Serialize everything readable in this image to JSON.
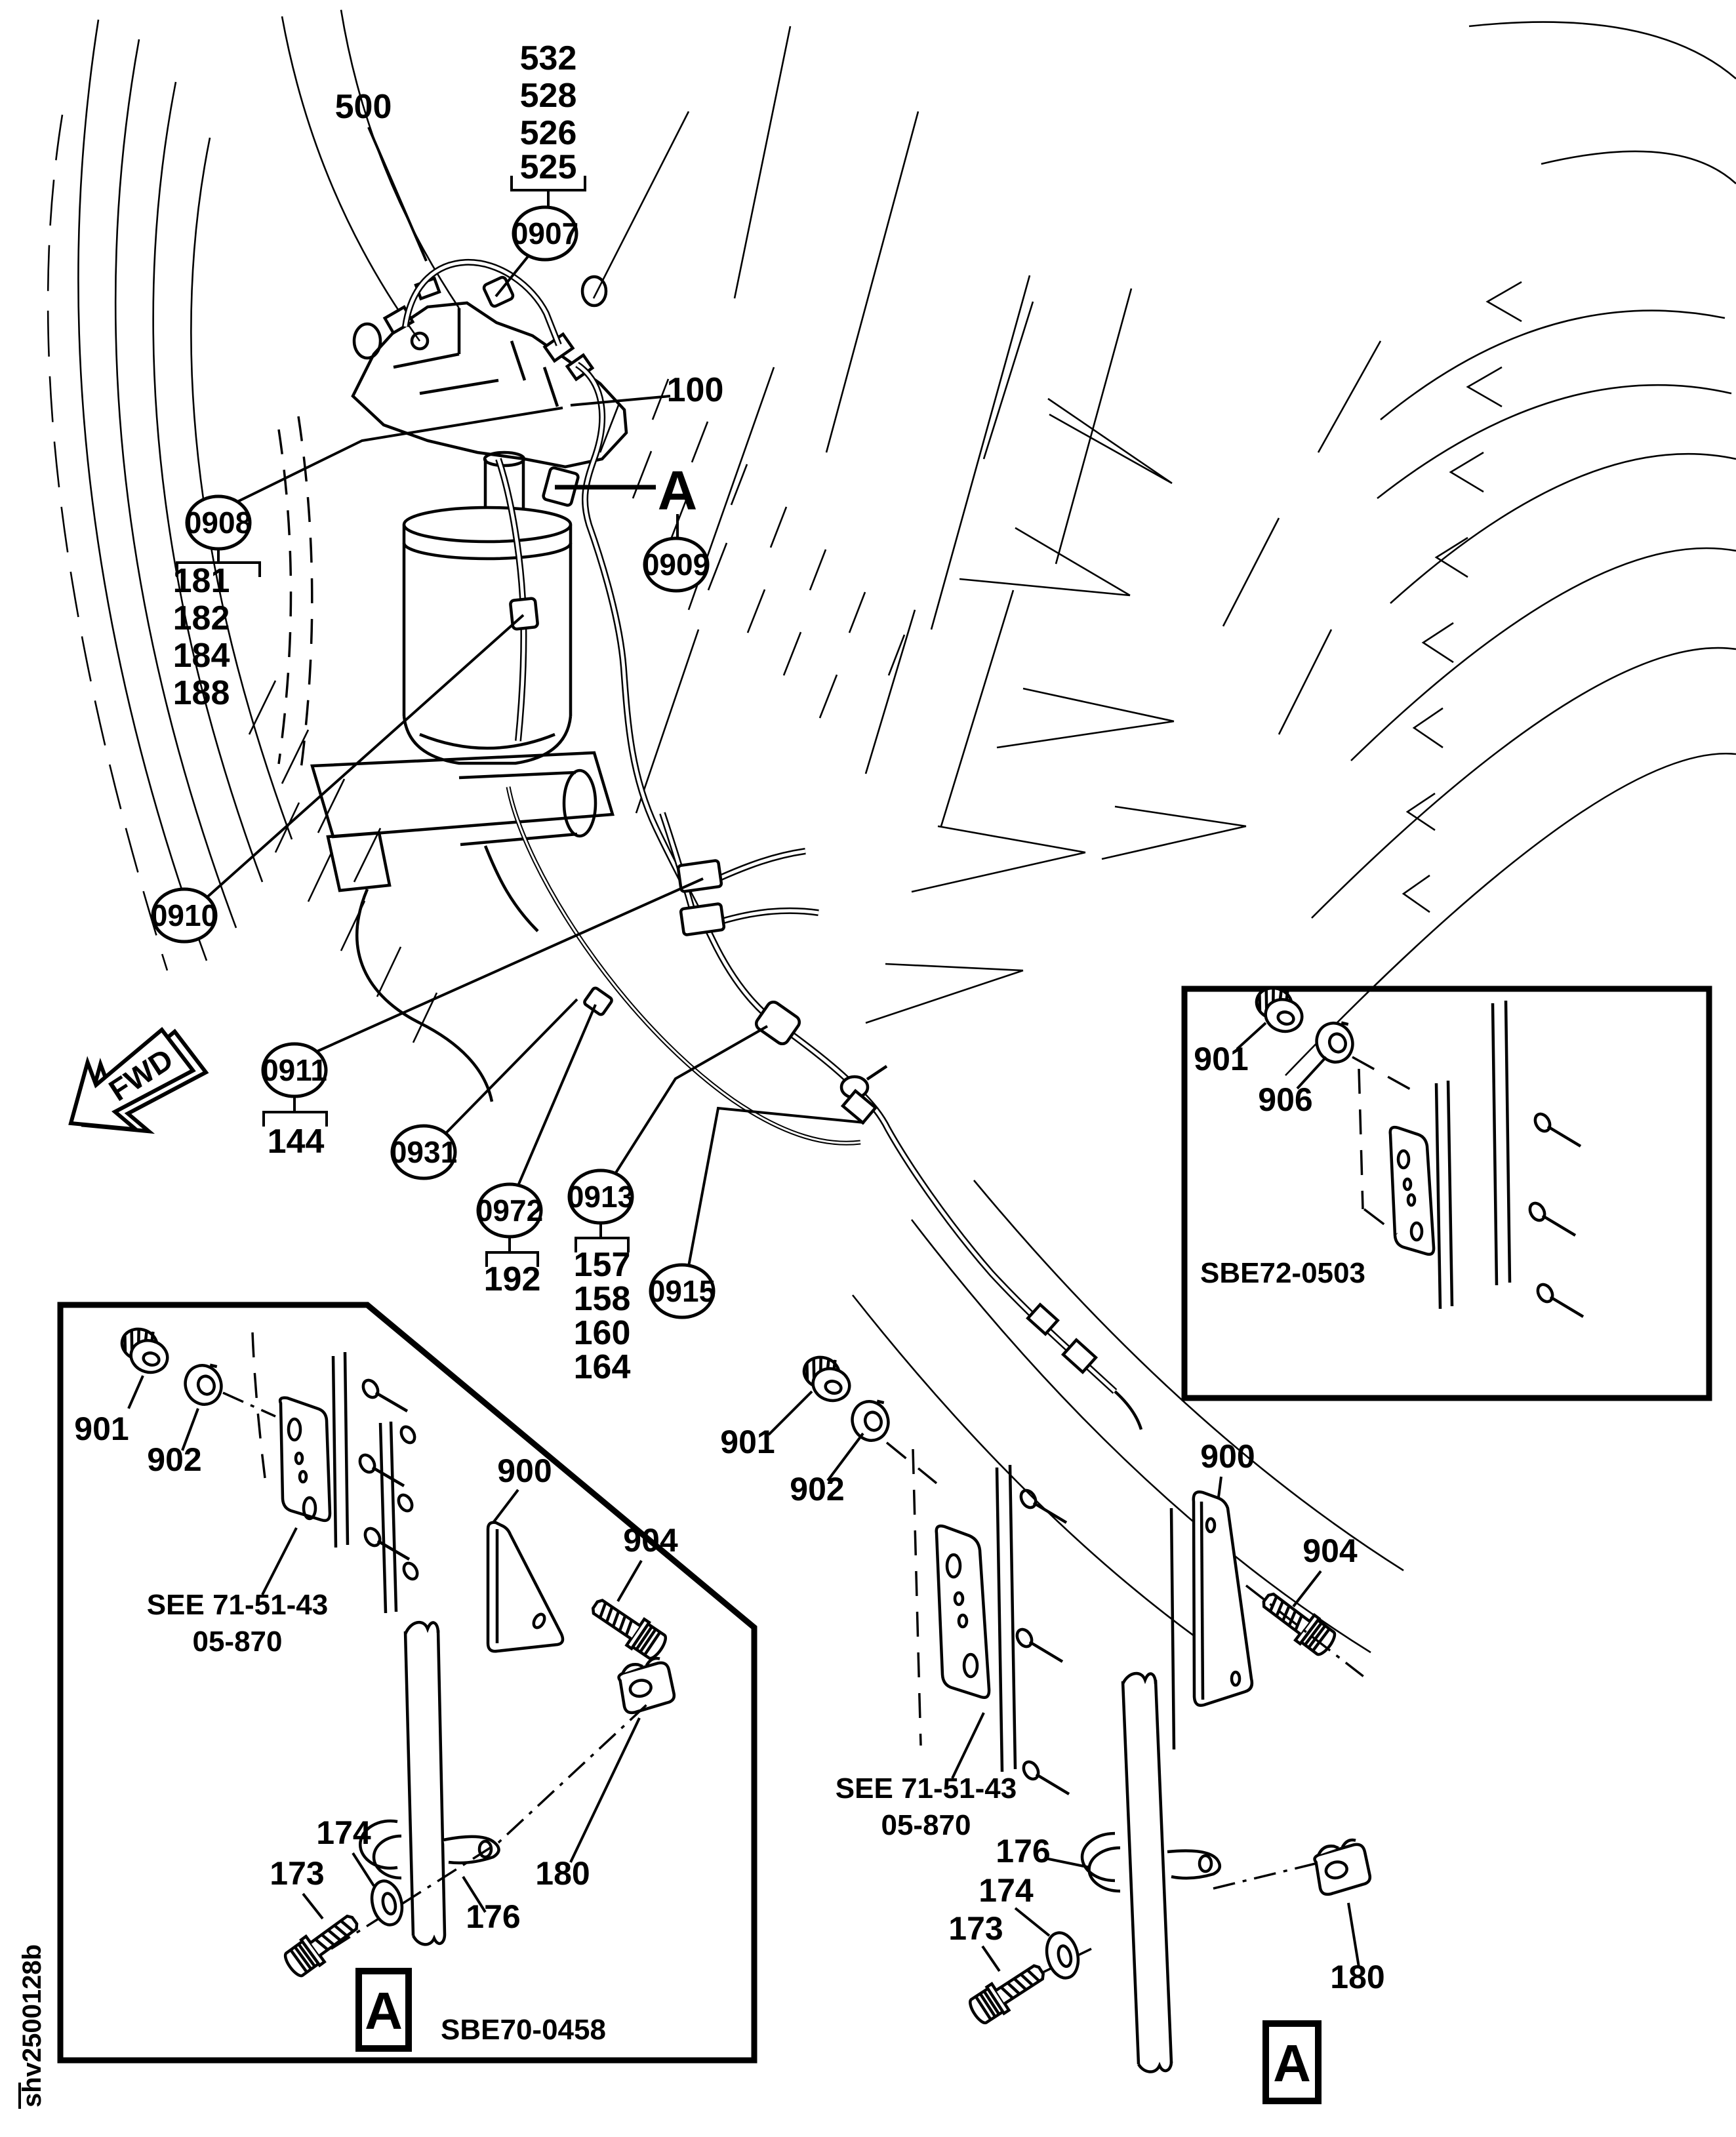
{
  "figure_id": "shv2500128b",
  "orientation_label": "FWD",
  "view_marker": "A",
  "part_labels": {
    "p500": "500",
    "p100": "100"
  },
  "callouts": {
    "c0907": {
      "label": "0907",
      "items": [
        "532",
        "528",
        "526",
        "525"
      ]
    },
    "c0908": {
      "label": "0908",
      "items": [
        "181",
        "182",
        "184",
        "188"
      ]
    },
    "c0909": {
      "label": "0909"
    },
    "c0910": {
      "label": "0910"
    },
    "c0911": {
      "label": "0911",
      "items": [
        "144"
      ]
    },
    "c0931": {
      "label": "0931"
    },
    "c0972": {
      "label": "0972",
      "items": [
        "192"
      ]
    },
    "c0913": {
      "label": "0913",
      "items": [
        "157",
        "158",
        "160",
        "164"
      ]
    },
    "c0915": {
      "label": "0915"
    }
  },
  "detail_a_left": {
    "caption": "SBE70-0458",
    "view_tag": "A",
    "p900": "900",
    "p901": "901",
    "p902": "902",
    "p904": "904",
    "p173": "173",
    "p174": "174",
    "p176": "176",
    "p180": "180",
    "see_ref_line1": "SEE 71-51-43",
    "see_ref_line2": "05-870"
  },
  "detail_a_right": {
    "view_tag": "A",
    "p900": "900",
    "p901": "901",
    "p902": "902",
    "p904": "904",
    "p173": "173",
    "p174": "174",
    "p176": "176",
    "p180": "180",
    "see_ref_line1": "SEE 71-51-43",
    "see_ref_line2": "05-870"
  },
  "detail_sbe72": {
    "caption": "SBE72-0503",
    "p901": "901",
    "p906": "906"
  }
}
